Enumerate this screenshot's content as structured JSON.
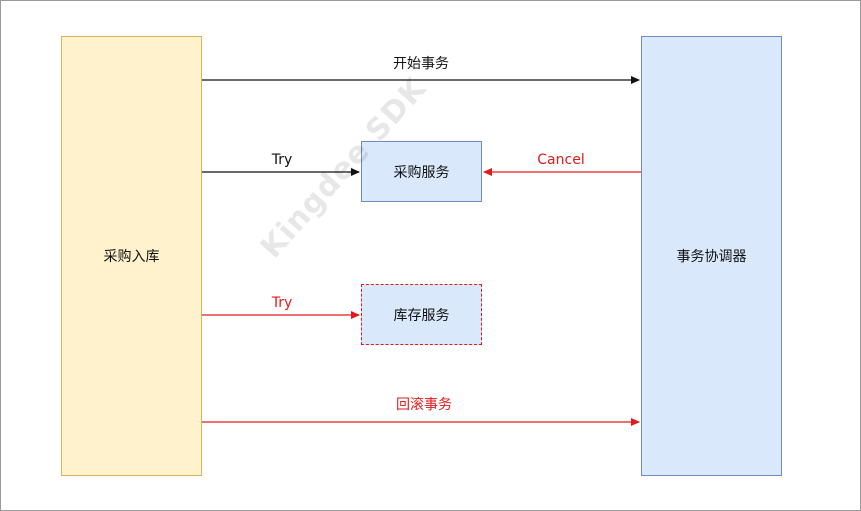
{
  "nodes": {
    "procurement_inbound": "采购入库",
    "transaction_coordinator": "事务协调器",
    "purchase_service": "采购服务",
    "inventory_service": "库存服务"
  },
  "edges": {
    "begin_transaction": "开始事务",
    "try_purchase": "Try",
    "cancel_purchase": "Cancel",
    "try_inventory": "Try",
    "rollback_transaction": "回滚事务"
  },
  "watermark": "Kingdee SDK",
  "colors": {
    "black_line": "#111111",
    "red_line": "#e31a1a",
    "yellow_fill": "#fff2cc",
    "yellow_border": "#d6b656",
    "blue_fill": "#dae8fc",
    "blue_border": "#6c8ebf"
  }
}
